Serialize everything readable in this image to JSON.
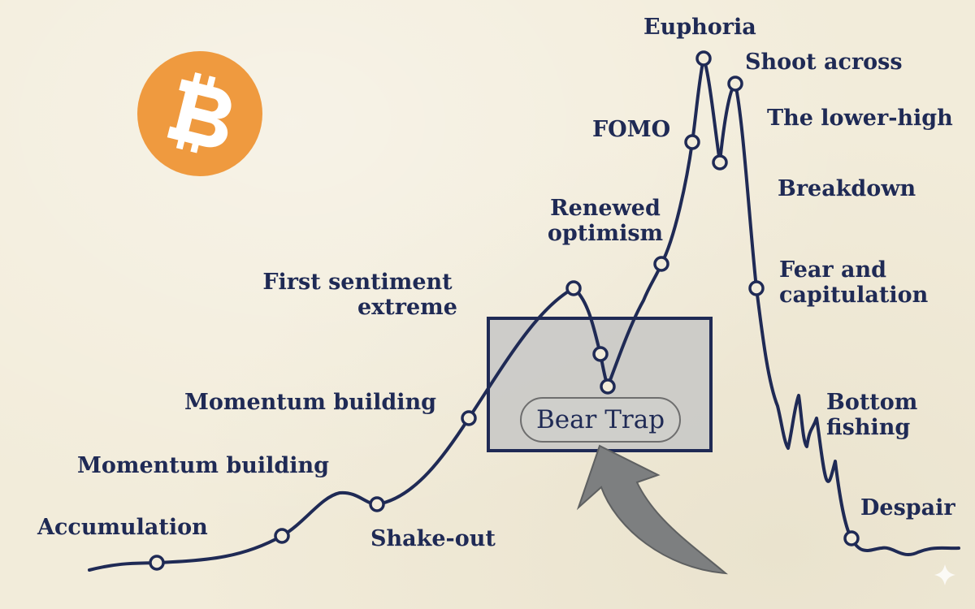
{
  "stages": [
    {
      "id": "accumulation",
      "label": "Accumulation"
    },
    {
      "id": "momentum-1",
      "label": "Momentum building"
    },
    {
      "id": "shake-out",
      "label": "Shake-out"
    },
    {
      "id": "momentum-2",
      "label": "Momentum building"
    },
    {
      "id": "first-extreme",
      "label": "First sentiment extreme"
    },
    {
      "id": "bear-trap",
      "label": "Bear Trap"
    },
    {
      "id": "renewed-optimism",
      "label": "Renewed optimism"
    },
    {
      "id": "fomo",
      "label": "FOMO"
    },
    {
      "id": "euphoria",
      "label": "Euphoria"
    },
    {
      "id": "shoot-across",
      "label": "Shoot across"
    },
    {
      "id": "lower-high",
      "label": "The lower-high"
    },
    {
      "id": "breakdown",
      "label": "Breakdown"
    },
    {
      "id": "fear",
      "label": "Fear and capitulation"
    },
    {
      "id": "bottom-fishing",
      "label": "Bottom fishing"
    },
    {
      "id": "despair",
      "label": "Despair"
    }
  ],
  "labels": {
    "accumulation": "Accumulation",
    "momentum_1": "Momentum building",
    "shake_out": "Shake-out",
    "momentum_2": "Momentum building",
    "first_extreme_1": "First sentiment",
    "first_extreme_2": "extreme",
    "renewed_1": "Renewed",
    "renewed_2": "optimism",
    "fomo": "FOMO",
    "euphoria": "Euphoria",
    "shoot_across": "Shoot across",
    "lower_high": "The lower-high",
    "breakdown": "Breakdown",
    "fear_1": "Fear and",
    "fear_2": "capitulation",
    "bottom_1": "Bottom",
    "bottom_2": "fishing",
    "despair": "Despair",
    "bear_trap": "Bear Trap"
  },
  "colors": {
    "ink": "#1f2a55",
    "bitcoin": "#ef9a3f",
    "box_fill": "#c9c9c6",
    "arrow": "#7d7f80",
    "paper": "#f2ecda"
  },
  "icons": {
    "logo": "bitcoin-logo-icon",
    "arrow": "curved-up-arrow-icon",
    "watermark": "sparkle-icon"
  }
}
